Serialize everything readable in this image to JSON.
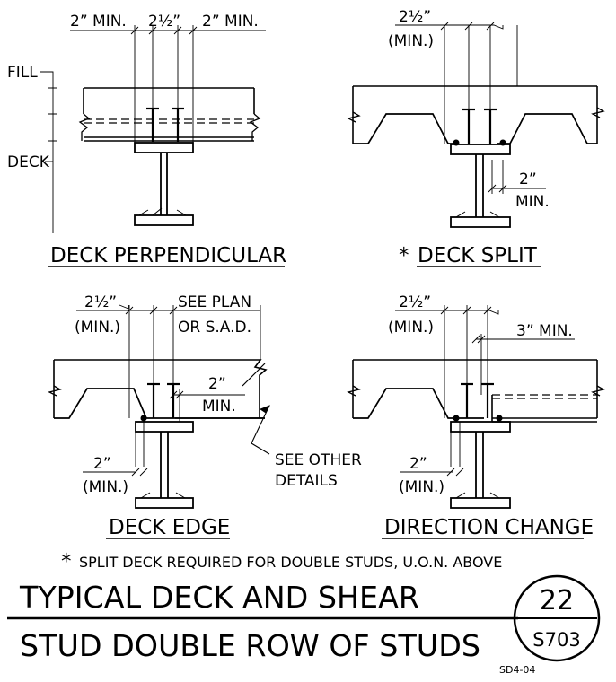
{
  "details": {
    "perpendicular": {
      "title": "DECK PERPENDICULAR",
      "dim_left": "2” MIN.",
      "dim_mid": "2½”",
      "dim_right": "2” MIN.",
      "label_fill": "FILL",
      "label_deck": "DECK"
    },
    "split": {
      "title": "DECK SPLIT",
      "title_mark": "*",
      "dim_top_1": "2½”",
      "dim_top_2": "(MIN.)",
      "dim_side_1": "2”",
      "dim_side_2": "MIN."
    },
    "edge": {
      "title": "DECK EDGE",
      "dim_top_1": "2½”",
      "dim_top_2": "(MIN.)",
      "see_plan_1": "SEE PLAN",
      "see_plan_2": "OR S.A.D.",
      "dim_edge_1": "2”",
      "dim_edge_2": "MIN.",
      "dim_low_1": "2”",
      "dim_low_2": "(MIN.)",
      "see_other_1": "SEE OTHER",
      "see_other_2": "DETAILS"
    },
    "direction_change": {
      "title": "DIRECTION CHANGE",
      "dim_top_1": "2½”",
      "dim_top_2": "(MIN.)",
      "dim_overlap": "3” MIN.",
      "dim_low_1": "2”",
      "dim_low_2": "(MIN.)"
    }
  },
  "footnote": {
    "mark": "*",
    "text": "SPLIT DECK REQUIRED FOR DOUBLE STUDS, U.O.N. ABOVE"
  },
  "title_block": {
    "line1": "TYPICAL DECK AND SHEAR",
    "line2": "STUD DOUBLE ROW OF STUDS",
    "detail_number": "22",
    "sheet_number": "S703",
    "drawing_code": "SD4-04"
  }
}
